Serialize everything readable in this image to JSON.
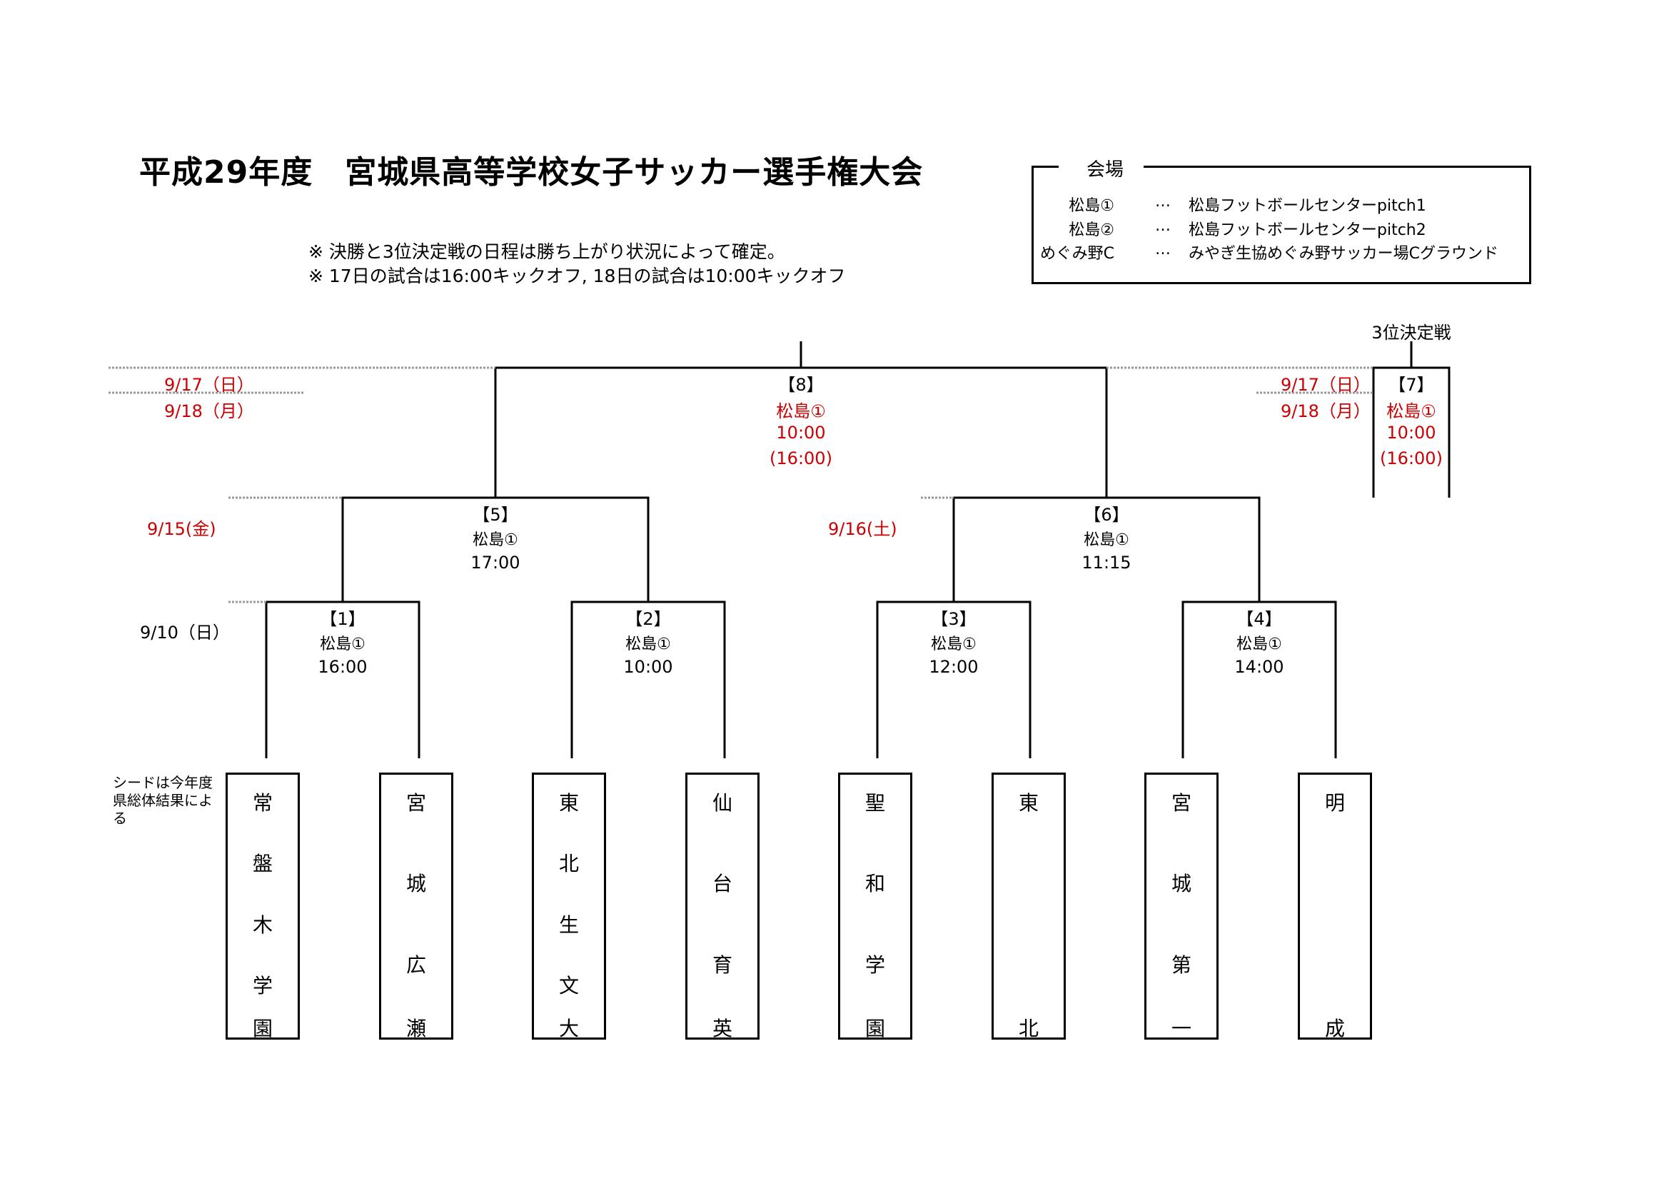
{
  "title": "平成29年度　宮城県高等学校女子サッカー選手権大会",
  "notes": [
    "※ 決勝と3位決定戦の日程は勝ち上がり状況によって確定。",
    "※ 17日の試合は16:00キックオフ, 18日の試合は10:00キックオフ"
  ],
  "venue": {
    "heading": "会場",
    "rows": [
      {
        "name": "松島①",
        "sep": "…",
        "desc": "松島フットボールセンターpitch1"
      },
      {
        "name": "松島②",
        "sep": "…",
        "desc": "松島フットボールセンターpitch2"
      },
      {
        "name": "めぐみ野C",
        "sep": "…",
        "desc": "みやぎ生協めぐみ野サッカー場Cグラウンド"
      }
    ]
  },
  "dates": {
    "d1": "9/10（日）",
    "d2": "9/15(金)",
    "d3": "9/16(土)",
    "final_a": "9/17（日）",
    "final_b": "9/18（月）",
    "third_a": "9/17（日）",
    "third_b": "9/18（月）"
  },
  "matches": {
    "m1": {
      "no": "【1】",
      "venue": "松島①",
      "time": "16:00"
    },
    "m2": {
      "no": "【2】",
      "venue": "松島①",
      "time": "10:00"
    },
    "m3": {
      "no": "【3】",
      "venue": "松島①",
      "time": "12:00"
    },
    "m4": {
      "no": "【4】",
      "venue": "松島①",
      "time": "14:00"
    },
    "m5": {
      "no": "【5】",
      "venue": "松島①",
      "time": "17:00"
    },
    "m6": {
      "no": "【6】",
      "venue": "松島①",
      "time": "11:15"
    },
    "m7": {
      "no": "【7】",
      "venue": "松島①",
      "time": "10:00",
      "time2": "(16:00)",
      "label": "3位決定戦"
    },
    "m8": {
      "no": "【8】",
      "venue": "松島①",
      "time": "10:00",
      "time2": "(16:00)"
    }
  },
  "seed_note": "シードは今年度県総体結果による",
  "teams": [
    {
      "chars": [
        "常",
        "盤",
        "木",
        "学",
        "園"
      ]
    },
    {
      "chars": [
        "宮",
        "城",
        "広",
        "瀬"
      ]
    },
    {
      "chars": [
        "東",
        "北",
        "生",
        "文",
        "大"
      ]
    },
    {
      "chars": [
        "仙",
        "台",
        "育",
        "英"
      ]
    },
    {
      "chars": [
        "聖",
        "和",
        "学",
        "園"
      ]
    },
    {
      "chars": [
        "東",
        "北"
      ]
    },
    {
      "chars": [
        "宮",
        "城",
        "第",
        "一"
      ]
    },
    {
      "chars": [
        "明",
        "成"
      ]
    }
  ]
}
